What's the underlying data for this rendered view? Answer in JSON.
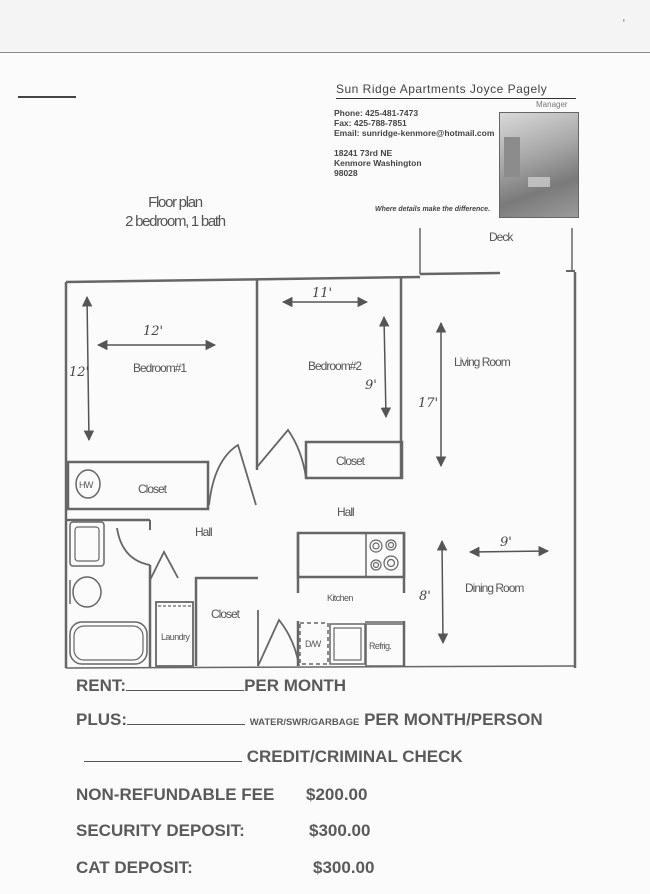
{
  "header": {
    "company": "Sun Ridge Apartments   Joyce Pagely",
    "manager_label": "Manager",
    "phone": "Phone: 425-481-7473",
    "fax": "Fax: 425-788-7851",
    "email": "Email: sunridge-kenmore@hotmail.com",
    "address_line1": "18241 73rd NE",
    "address_line2": "Kenmore Washington",
    "address_line3": "98028",
    "tagline": "Where details make the difference."
  },
  "plan": {
    "title_line1": "Floor plan",
    "title_line2": "2 bedroom, 1 bath",
    "rooms": {
      "bedroom1": "Bedroom#1",
      "bedroom2": "Bedroom#2",
      "living": "Living Room",
      "dining": "Dining Room",
      "kitchen": "Kitchen",
      "deck": "Deck",
      "hall_left": "Hall",
      "hall_center": "Hall",
      "closet_bed1": "Closet",
      "closet_bed2": "Closet",
      "closet_hall": "Closet",
      "laundry": "Laundry",
      "water_heater": "HW",
      "dishwasher": "D/W",
      "refrigerator": "Refrig."
    },
    "dimensions": {
      "bedroom1_width": "12'",
      "bedroom1_length": "12'",
      "bedroom2_width": "11'",
      "bedroom2_length": "9'",
      "living_length": "17'",
      "dining_width": "9'",
      "dining_length": "8'"
    }
  },
  "terms": {
    "rent_label": "RENT:",
    "rent_suffix": "PER MONTH",
    "plus_label": "PLUS:",
    "plus_utilities": "WATER/SWR/GARBAGE",
    "plus_suffix": "PER MONTH/PERSON",
    "check_label": "CREDIT/CRIMINAL CHECK",
    "fee_label": "NON-REFUNDABLE FEE",
    "fee_amount": "$200.00",
    "security_label": "SECURITY DEPOSIT:",
    "security_amount": "$300.00",
    "cat_label": "CAT DEPOSIT:",
    "cat_amount": "$300.00"
  }
}
